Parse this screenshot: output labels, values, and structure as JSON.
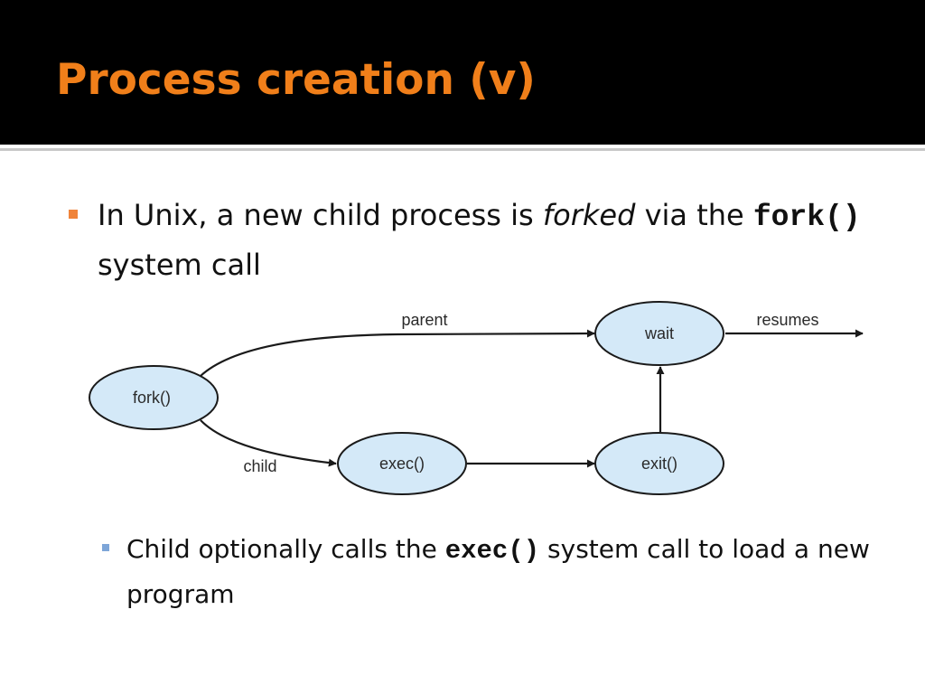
{
  "slide": {
    "title": "Process creation (v)",
    "bullet1": {
      "text_a": "In Unix, a new child process is ",
      "emphasis": "forked",
      "text_b": " via the ",
      "code": "fork()",
      "text_c": " system call"
    },
    "bullet2": {
      "text_a": "Child optionally calls the ",
      "code": "exec()",
      "text_b": " system call to load a new program"
    }
  },
  "diagram": {
    "nodes": {
      "fork": "fork()",
      "exec": "exec()",
      "exit": "exit()",
      "wait": "wait"
    },
    "edge_labels": {
      "parent": "parent",
      "child": "child",
      "resumes": "resumes"
    },
    "colors": {
      "node_fill": "#d4e9f8",
      "stroke": "#1a1a1a"
    }
  },
  "colors": {
    "title": "#f07f1a",
    "title_bar": "#000000",
    "bullet_main": "#f0843a",
    "bullet_sub": "#7ea6d8"
  }
}
